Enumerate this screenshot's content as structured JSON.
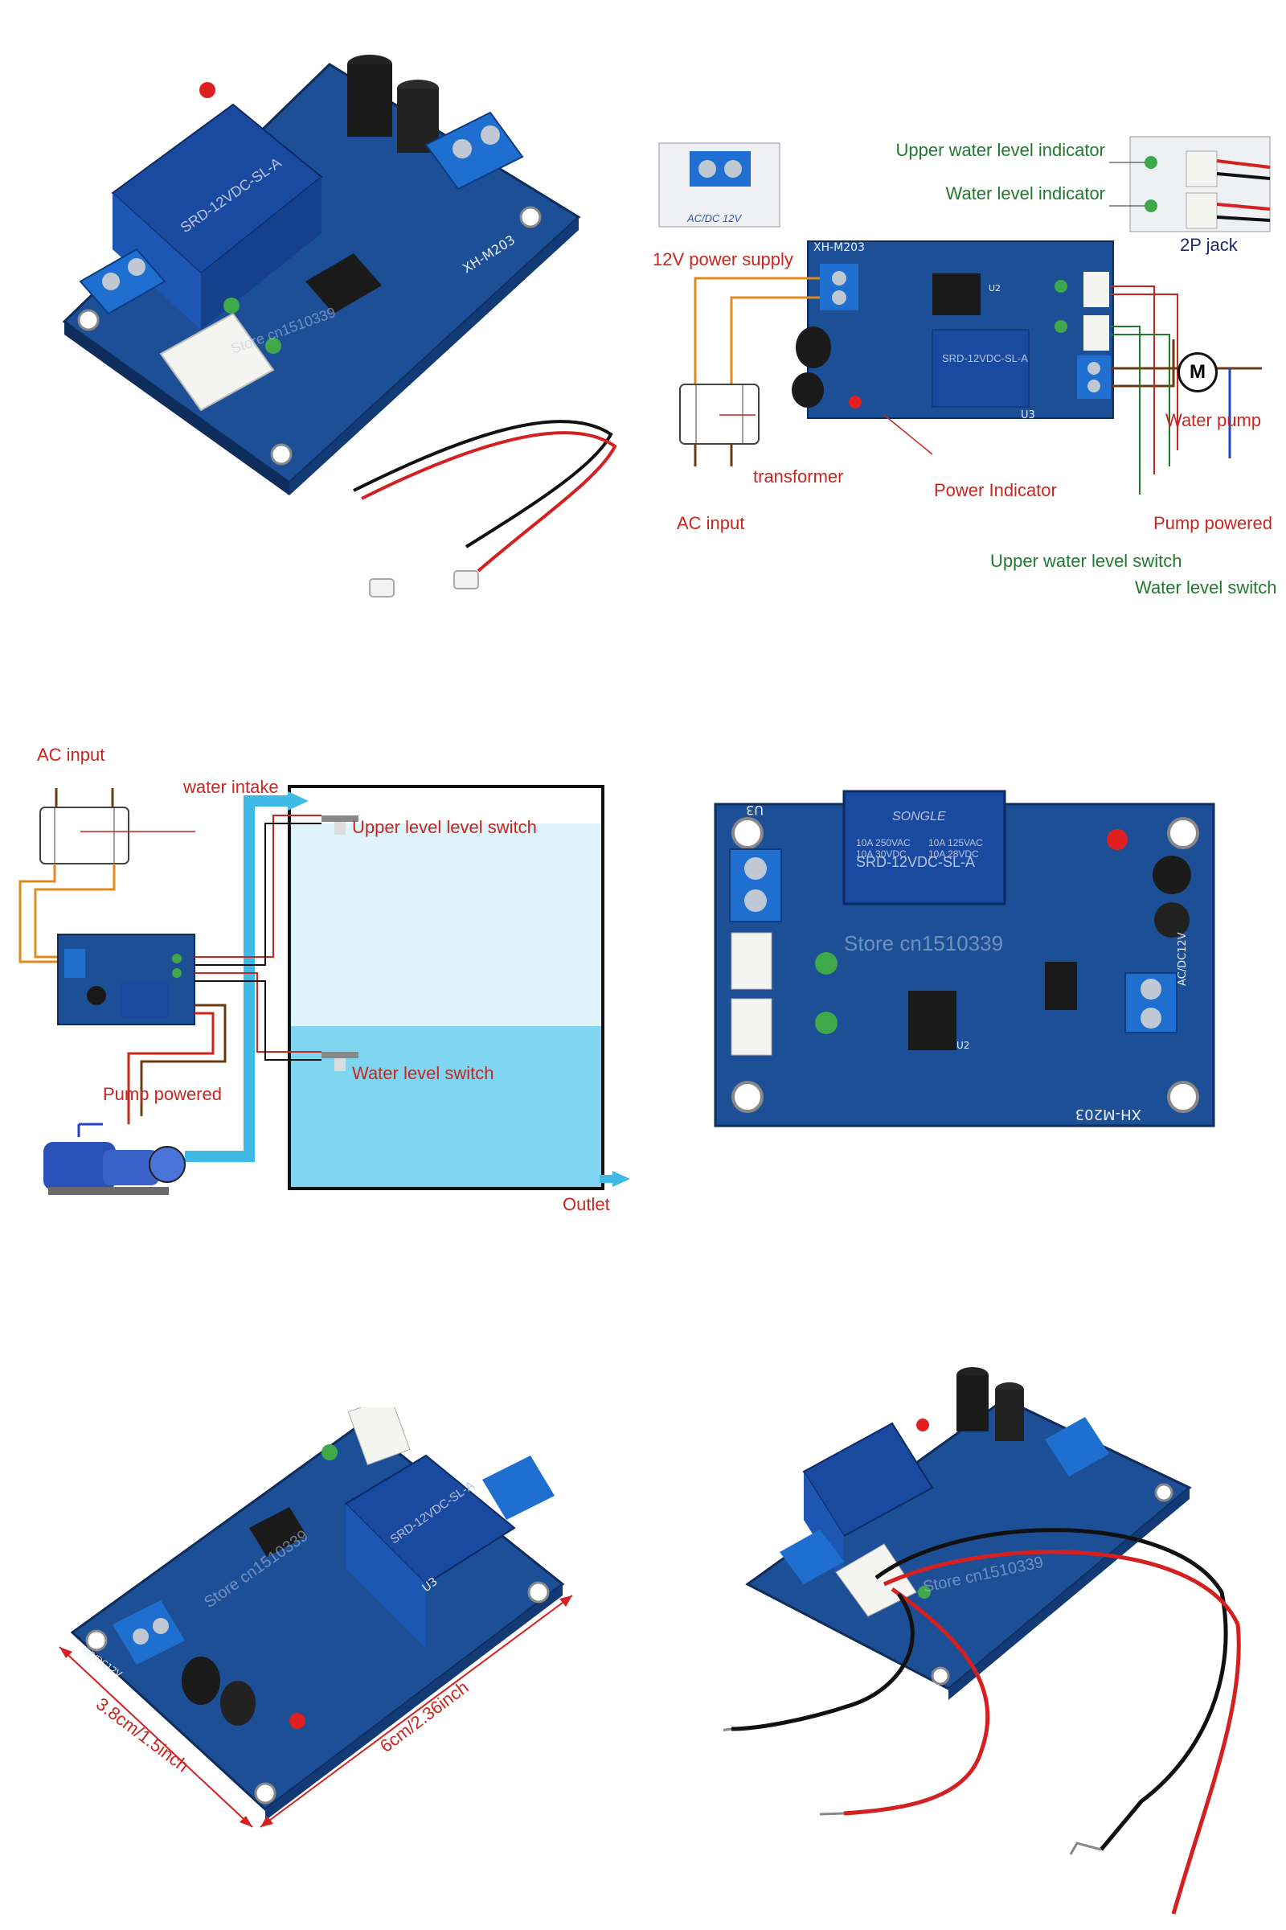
{
  "board": {
    "model": "XH-M203",
    "relay_model": "SRD-12VDC-SL-A",
    "relay_brand": "SONGLE",
    "relay_ratings": [
      "10A 250VAC",
      "10A 125VAC",
      "10A 30VDC",
      "10A 28VDC"
    ],
    "supply_marking": "AC/DC12V",
    "relay_ref": "U3",
    "ic_ref": "U2",
    "watermark": "Store cn1510339"
  },
  "wiring_diagram": {
    "supply_inset_label": "AC/DC 12V",
    "labels": {
      "upper_indicator": "Upper water level indicator",
      "level_indicator": "Water level indicator",
      "jack": "2P jack",
      "power_supply": "12V power supply",
      "transformer": "transformer",
      "ac_input": "AC input",
      "power_indicator": "Power Indicator",
      "water_pump": "Water pump",
      "pump_powered": "Pump powered",
      "upper_switch": "Upper water level switch",
      "level_switch": "Water level switch",
      "motor_symbol": "M"
    }
  },
  "tank_diagram": {
    "labels": {
      "ac_input": "AC input",
      "water_intake": "water intake",
      "upper_switch": "Upper level level switch",
      "level_switch": "Water level switch",
      "pump_powered": "Pump powered",
      "outlet": "Outlet"
    }
  },
  "dimensions": {
    "width_label": "3.8cm/1.5inch",
    "length_label": "6cm/2.36inch"
  },
  "colors": {
    "pcb": "#1d4f96",
    "label_red": "#c8261e",
    "label_green": "#1f7a2e",
    "water": "#7fd6f0",
    "arrow": "#3fb9e6"
  }
}
